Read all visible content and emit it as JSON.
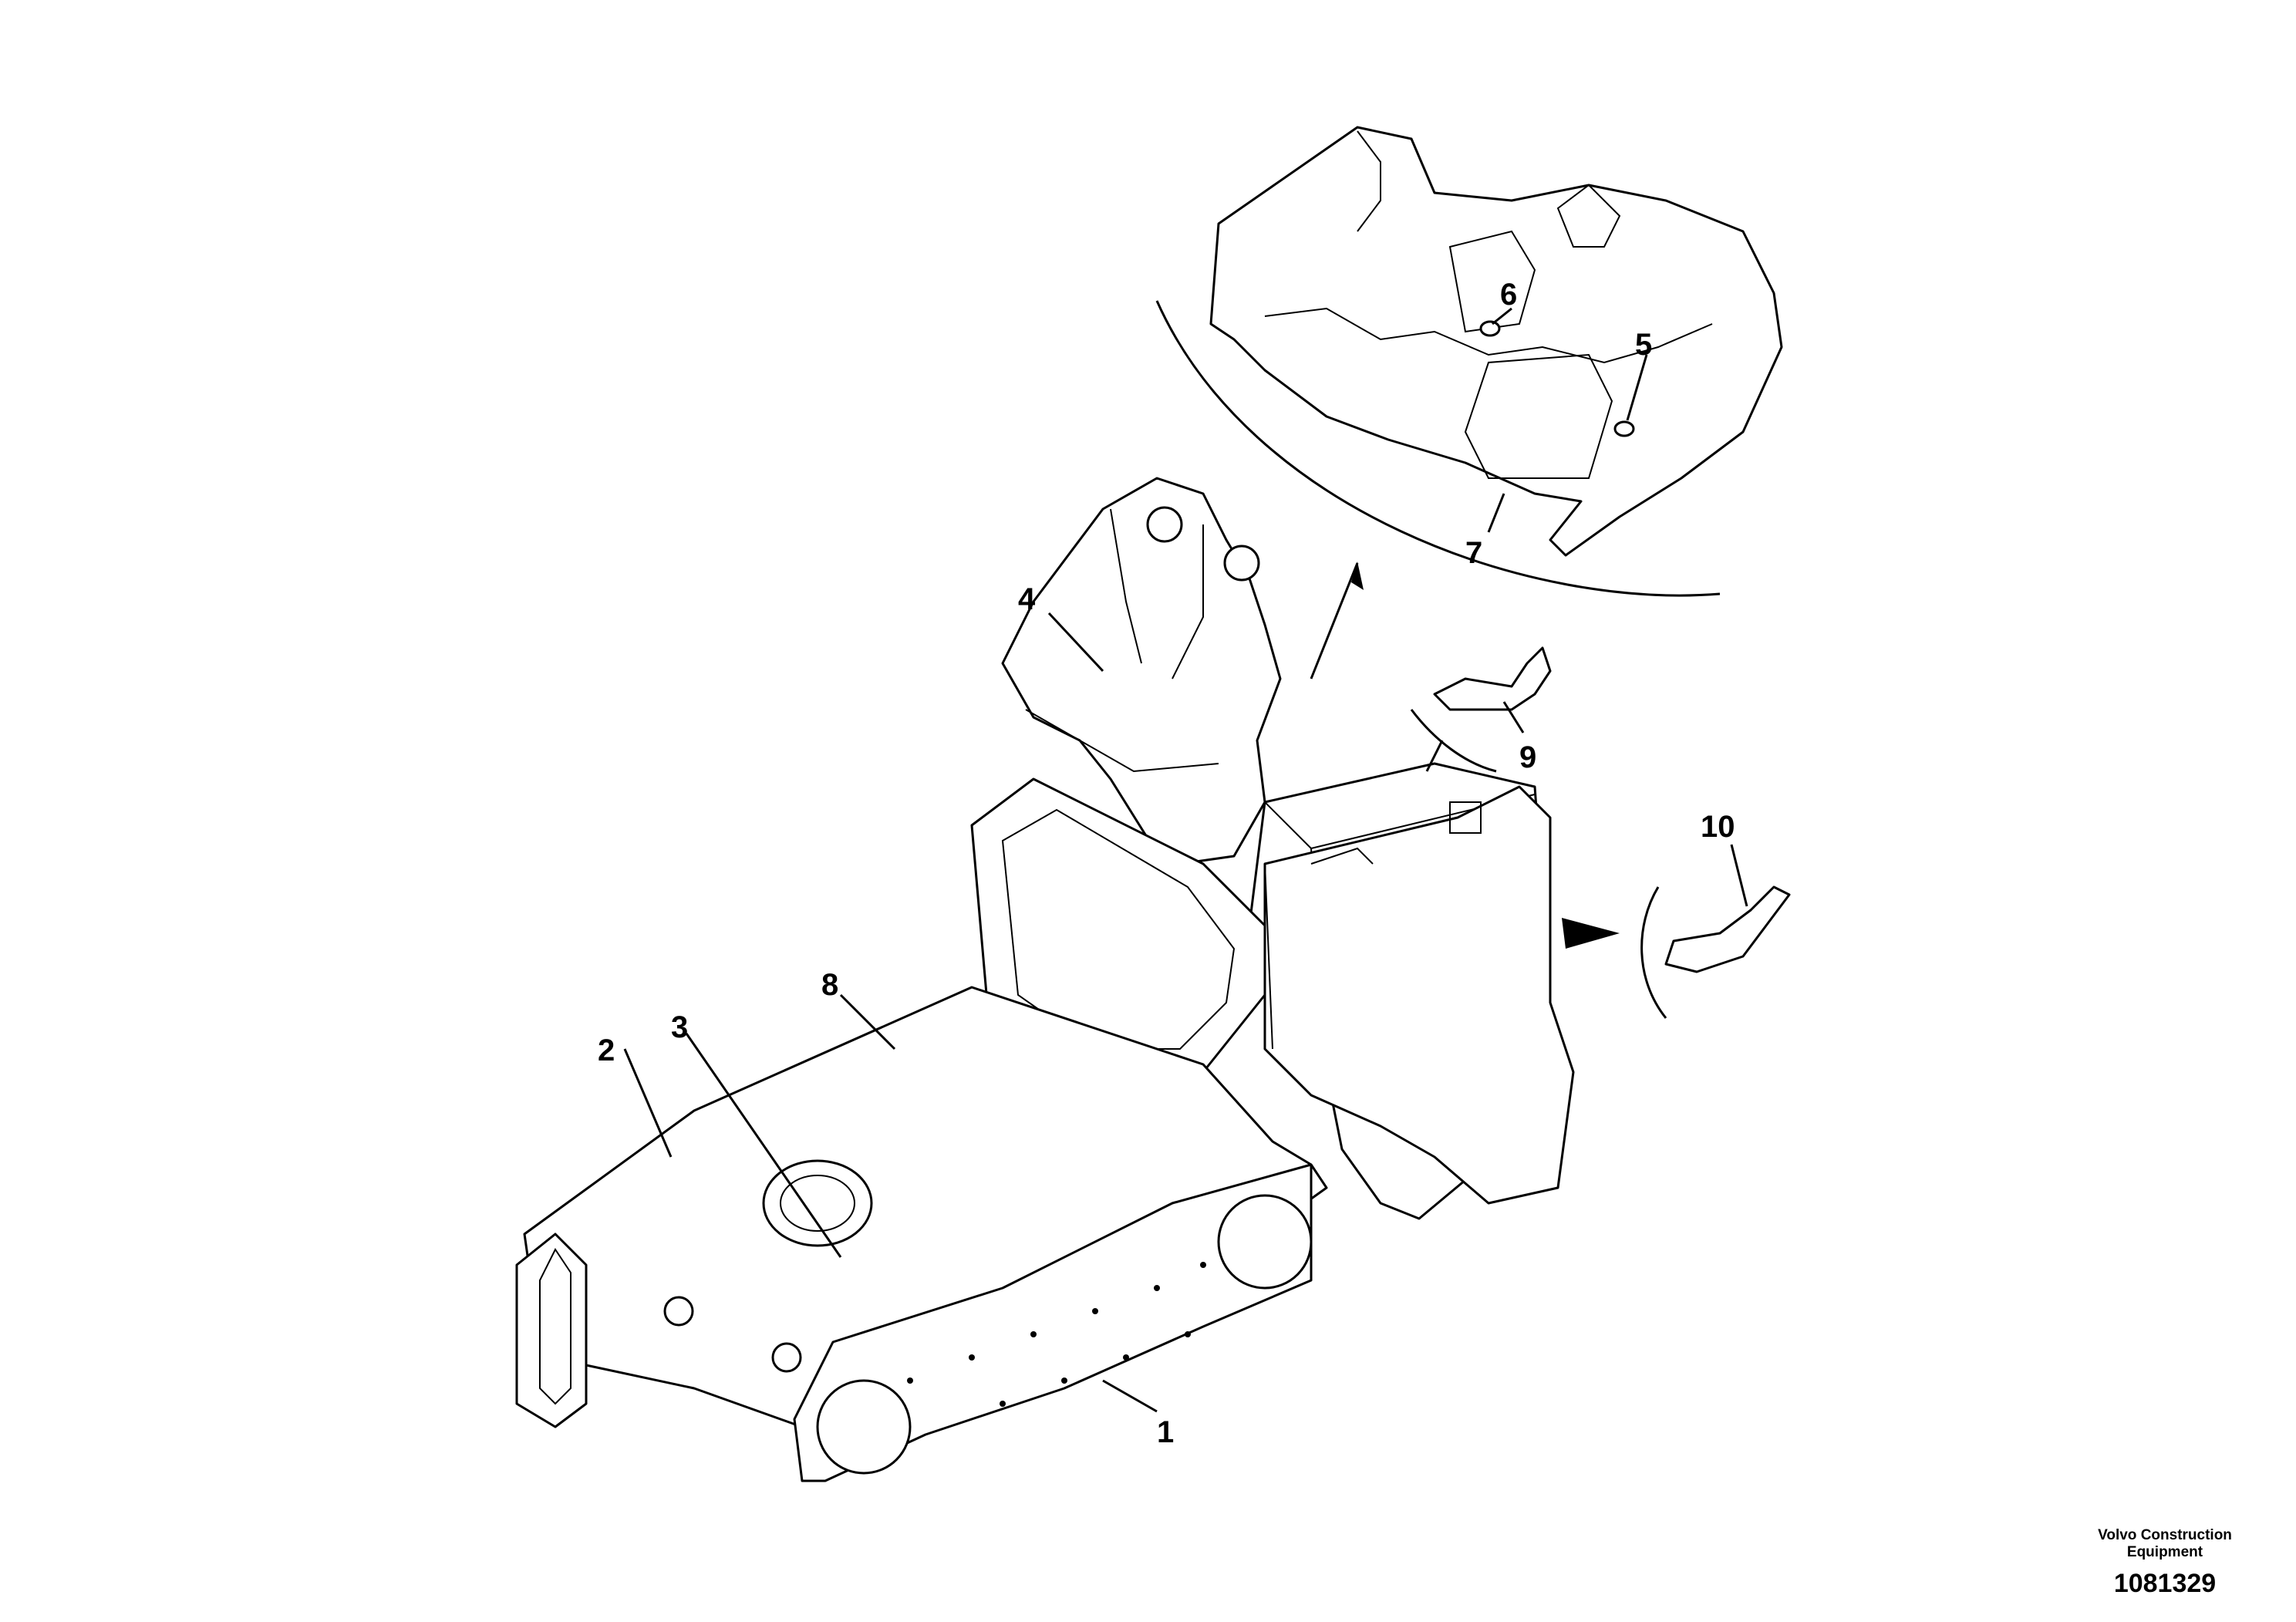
{
  "callouts": {
    "c1": "1",
    "c2": "2",
    "c3": "3",
    "c4": "4",
    "c5": "5",
    "c6": "6",
    "c7": "7",
    "c8": "8",
    "c9": "9",
    "c10": "10"
  },
  "credit": {
    "company_line1": "Volvo Construction",
    "company_line2": "Equipment",
    "drawing_number": "1081329"
  }
}
